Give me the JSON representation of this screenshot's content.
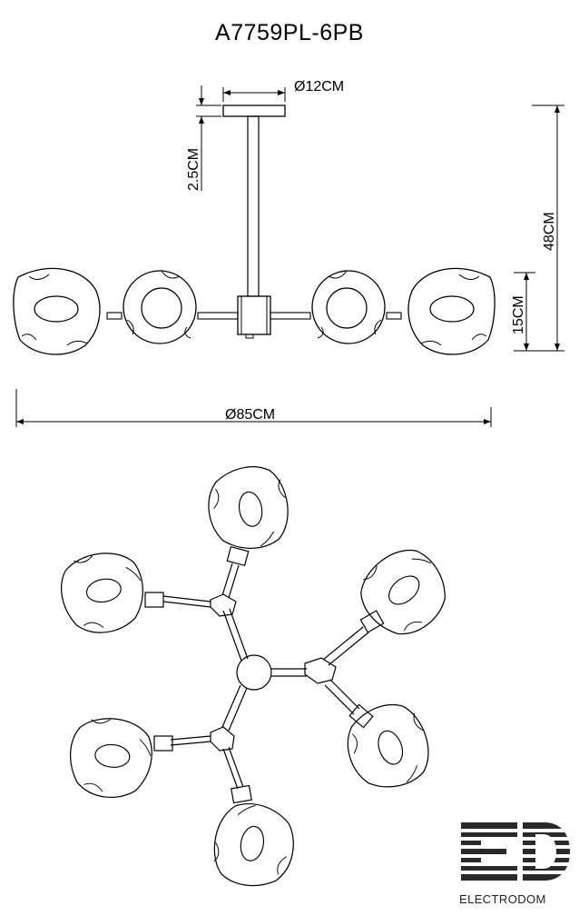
{
  "title": "A7759PL-6PB",
  "dimensions": {
    "canopy_diameter": "Ø12CM",
    "canopy_height": "2.5CM",
    "total_height": "48CM",
    "shade_height": "15CM",
    "total_diameter": "Ø85CM"
  },
  "brand": {
    "name": "ELECTRODOM",
    "logo_letters": "ED"
  }
}
